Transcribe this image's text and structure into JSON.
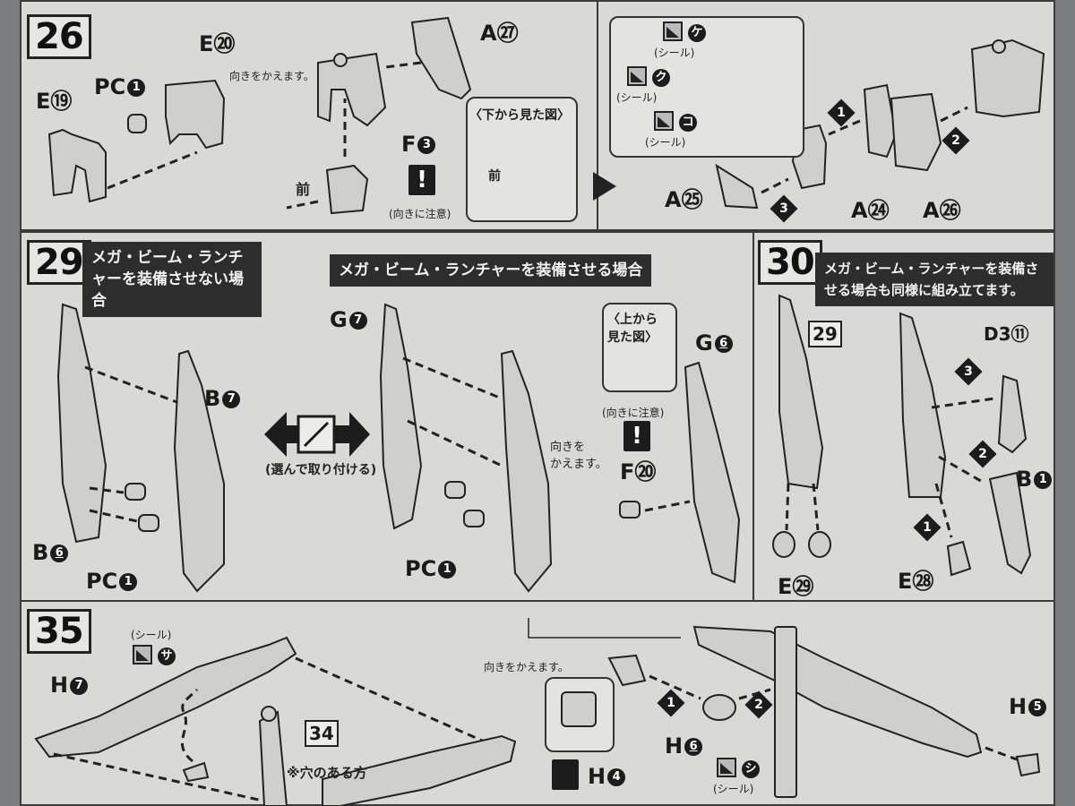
{
  "step26": {
    "number": "26",
    "parts": {
      "e19": "E",
      "e19_n": "⑲",
      "pc1": "PC",
      "pc1_n": "1",
      "e20": "E",
      "e20_n": "⑳",
      "a27": "A",
      "a27_n": "㉗",
      "f3": "F",
      "f3_n": "3"
    },
    "turn_note": "向きをかえます。",
    "front_label": "前",
    "caution": "(向きに注意)",
    "bottom_view_title": "〈下から見た図〉",
    "bottom_view_front": "前"
  },
  "step28b": {
    "stickers": [
      {
        "mark": "ケ",
        "label": "(シール)"
      },
      {
        "mark": "ク",
        "label": "(シール)"
      },
      {
        "mark": "コ",
        "label": "(シール)"
      }
    ],
    "parts": {
      "a25": "A",
      "a25_n": "㉕",
      "a24": "A",
      "a24_n": "㉔",
      "a26": "A",
      "a26_n": "㉖"
    },
    "steps": [
      "1",
      "2",
      "3"
    ]
  },
  "step29": {
    "number": "29",
    "header_without": "メガ・ビーム・ランチャーを装備させない場合",
    "header_with": "メガ・ビーム・ランチャーを装備させる場合",
    "choose_label": "(選んで取り付ける)",
    "parts_left": {
      "b7": "B",
      "b7_n": "7",
      "b6": "B",
      "b6_n": "6",
      "pc1": "PC",
      "pc1_n": "1"
    },
    "parts_right": {
      "g7": "G",
      "g7_n": "7",
      "g6": "G",
      "g6_n": "6",
      "pc1": "PC",
      "pc1_n": "1",
      "f20": "F",
      "f20_n": "⑳"
    },
    "turn_note": "向きを\nかえます。",
    "top_view_title": "〈上から\n見た図〉",
    "caution": "(向きに注意)"
  },
  "step30": {
    "number": "30",
    "header": "メガ・ビーム・ランチャーを装備させる場合も同様に組み立てます。",
    "ref_step": "29",
    "parts": {
      "d3": "D3",
      "d3_n": "⑪",
      "b1": "B",
      "b1_n": "1",
      "e29": "E",
      "e29_n": "㉙",
      "e28": "E",
      "e28_n": "㉘"
    },
    "steps": [
      "1",
      "2",
      "3"
    ]
  },
  "step35": {
    "number": "35",
    "sticker_top": {
      "label": "(シール)",
      "mark": "サ"
    },
    "parts": {
      "h7": "H",
      "h7_n": "7",
      "h4": "H",
      "h4_n": "4",
      "h6": "H",
      "h6_n": "6",
      "h5": "H",
      "h5_n": "5"
    },
    "ref_step": "34",
    "hole_note": "※穴のある方",
    "turn_note": "向きをかえます。",
    "sticker_bottom": {
      "mark": "シ",
      "label": "(シール)"
    },
    "steps": [
      "1",
      "2"
    ]
  }
}
